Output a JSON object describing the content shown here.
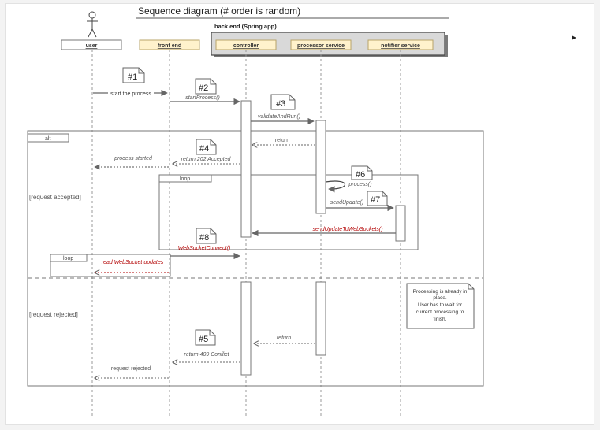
{
  "title": "Sequence diagram (# order is random)",
  "group_title": "back end (Spring app)",
  "participants": {
    "user": "user",
    "frontend": "front end",
    "controller": "controller",
    "processor": "processor service",
    "notifier": "notifier service"
  },
  "fragments": {
    "alt": "alt",
    "loop_inner": "loop",
    "loop_outer": "loop",
    "guard_accepted": "[request accepted]",
    "guard_rejected": "[request rejected]"
  },
  "messages": {
    "start": "start the process",
    "start_process": "startProcess()",
    "validate": "validateAndRun()",
    "return1": "return",
    "accepted": "return 202 Accepted",
    "process_started": "process started",
    "process": "process()",
    "send_update": "sendUpdate()",
    "send_ws": "sendUpdateToWebSockets()",
    "ws_connect": "WebSocketConnect()",
    "read_ws": "read WebSocket updates",
    "return2": "return",
    "conflict": "return 409 Conflict",
    "rejected": "request rejected"
  },
  "notes": {
    "n1": "#1",
    "n2": "#2",
    "n3": "#3",
    "n4": "#4",
    "n5": "#5",
    "n6": "#6",
    "n7": "#7",
    "n8": "#8",
    "processing": [
      "Processing is already in",
      "place.",
      "User has to wait for",
      "current processing to",
      "finish."
    ]
  },
  "colors": {
    "participant_fill": "#fff2cc",
    "group_fill": "#d9d9d9",
    "highlight_text": "#b20000",
    "arrow": "#666666"
  }
}
